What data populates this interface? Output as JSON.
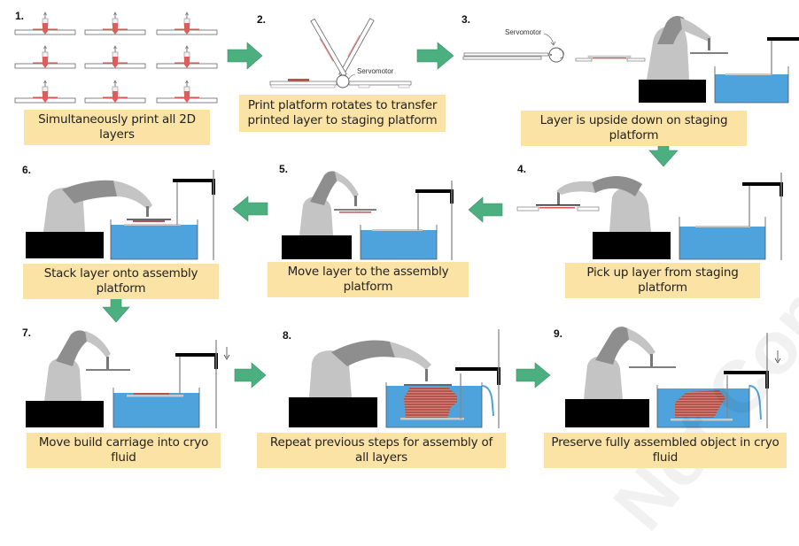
{
  "figure": {
    "type": "process-diagram",
    "colors": {
      "arrow": "#4caf80",
      "caption_bg": "#fbe3a6",
      "fluid": "#4ea3dc",
      "robot_light": "#c4c4c4",
      "robot_dark": "#8e8e8e",
      "base": "#000000",
      "layer": "#d9534f",
      "printed_object": "#b5544a"
    },
    "watermark": "Not Copyedited",
    "labels": {
      "servomotor": "Servomotor"
    },
    "steps": [
      {
        "number": "1.",
        "caption": "Simultaneously print all 2D layers"
      },
      {
        "number": "2.",
        "caption": "Print platform rotates to transfer printed layer to staging platform"
      },
      {
        "number": "3.",
        "caption": "Layer is upside down on staging platform"
      },
      {
        "number": "4.",
        "caption": "Pick up layer from staging platform"
      },
      {
        "number": "5.",
        "caption": "Move layer to the assembly platform"
      },
      {
        "number": "6.",
        "caption": "Stack layer onto assembly platform"
      },
      {
        "number": "7.",
        "caption": "Move build carriage into cryo fluid"
      },
      {
        "number": "8.",
        "caption": "Repeat previous steps for assembly of all layers"
      },
      {
        "number": "9.",
        "caption": "Preserve fully assembled object in cryo fluid"
      }
    ],
    "step2_caption_lines": [
      "Print platform rotates to transfer",
      "printed layer to staging platform"
    ],
    "flow_arrows": [
      {
        "from": "1",
        "to": "2",
        "direction": "right"
      },
      {
        "from": "2",
        "to": "3",
        "direction": "right"
      },
      {
        "from": "3",
        "to": "4",
        "direction": "down"
      },
      {
        "from": "4",
        "to": "5",
        "direction": "left"
      },
      {
        "from": "5",
        "to": "6",
        "direction": "left"
      },
      {
        "from": "6",
        "to": "7",
        "direction": "down"
      },
      {
        "from": "7",
        "to": "8",
        "direction": "right"
      },
      {
        "from": "8",
        "to": "9",
        "direction": "right"
      }
    ],
    "motion_indicators": {
      "step7": "down-arrow",
      "step9": "down-arrow"
    }
  }
}
